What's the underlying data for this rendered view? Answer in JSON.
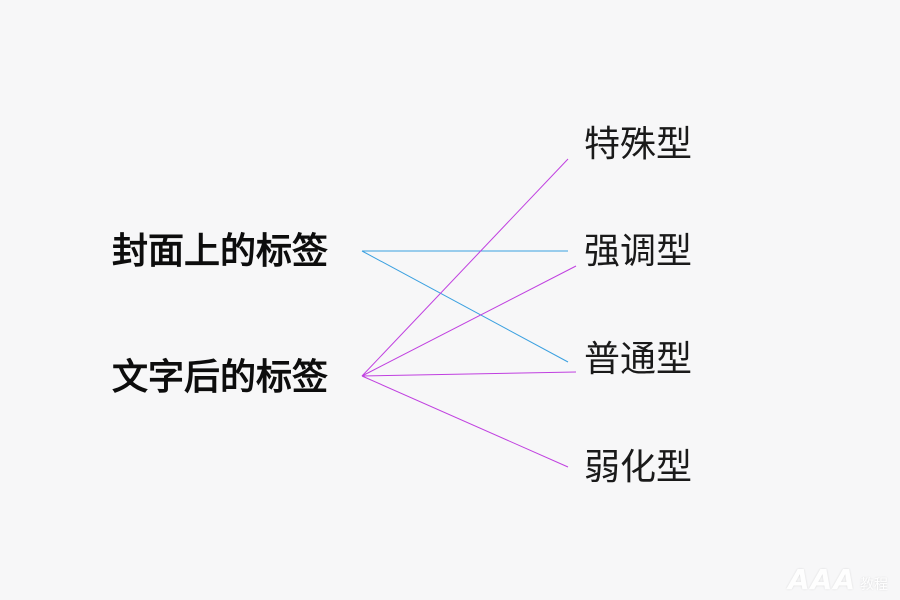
{
  "left_labels": [
    "封面上的标签",
    "文字后的标签"
  ],
  "right_labels": [
    "特殊型",
    "强调型",
    "普通型",
    "弱化型"
  ],
  "connections": [
    {
      "from": 0,
      "to": 1,
      "color": "#3aa0e0"
    },
    {
      "from": 0,
      "to": 2,
      "color": "#3aa0e0"
    },
    {
      "from": 1,
      "to": 0,
      "color": "#c040e0"
    },
    {
      "from": 1,
      "to": 1,
      "color": "#c040e0"
    },
    {
      "from": 1,
      "to": 2,
      "color": "#c040e0"
    },
    {
      "from": 1,
      "to": 3,
      "color": "#c040e0"
    }
  ],
  "watermark": {
    "logo": "AAA",
    "text": "教程"
  }
}
